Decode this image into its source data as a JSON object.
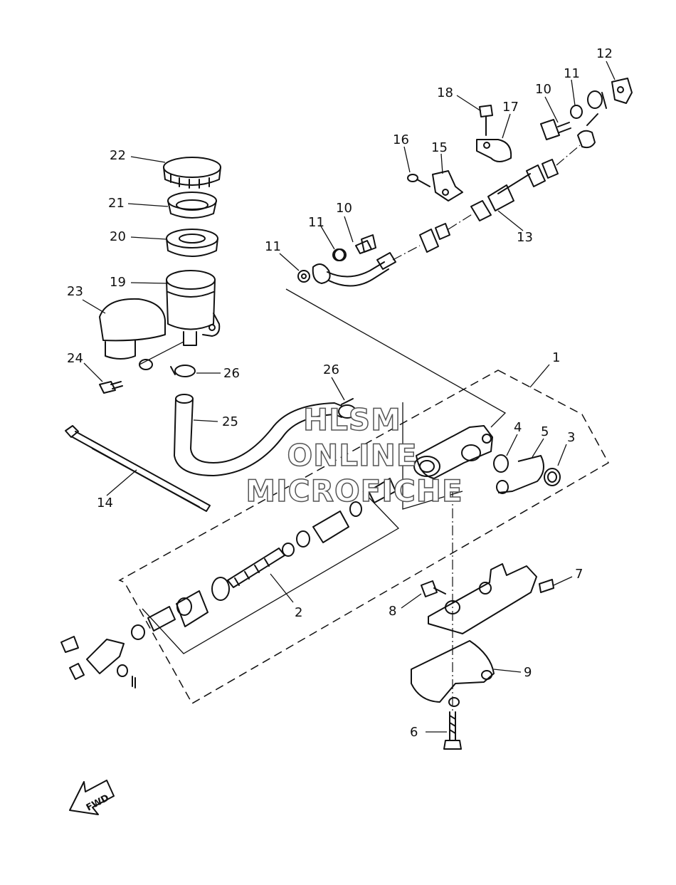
{
  "callouts": [
    {
      "id": "c1",
      "label": "1"
    },
    {
      "id": "c2",
      "label": "2"
    },
    {
      "id": "c3",
      "label": "3"
    },
    {
      "id": "c4",
      "label": "4"
    },
    {
      "id": "c5",
      "label": "5"
    },
    {
      "id": "c6",
      "label": "6"
    },
    {
      "id": "c7",
      "label": "7"
    },
    {
      "id": "c8",
      "label": "8"
    },
    {
      "id": "c9",
      "label": "9"
    },
    {
      "id": "c10a",
      "label": "10"
    },
    {
      "id": "c10b",
      "label": "10"
    },
    {
      "id": "c11a",
      "label": "11"
    },
    {
      "id": "c11b",
      "label": "11"
    },
    {
      "id": "c11c",
      "label": "11"
    },
    {
      "id": "c12",
      "label": "12"
    },
    {
      "id": "c13",
      "label": "13"
    },
    {
      "id": "c14",
      "label": "14"
    },
    {
      "id": "c15",
      "label": "15"
    },
    {
      "id": "c16",
      "label": "16"
    },
    {
      "id": "c17",
      "label": "17"
    },
    {
      "id": "c18",
      "label": "18"
    },
    {
      "id": "c19",
      "label": "19"
    },
    {
      "id": "c20",
      "label": "20"
    },
    {
      "id": "c21",
      "label": "21"
    },
    {
      "id": "c22",
      "label": "22"
    },
    {
      "id": "c23",
      "label": "23"
    },
    {
      "id": "c24",
      "label": "24"
    },
    {
      "id": "c25",
      "label": "25"
    },
    {
      "id": "c26a",
      "label": "26"
    },
    {
      "id": "c26b",
      "label": "26"
    }
  ],
  "watermark": {
    "line1": "HLSM",
    "line2": "ONLINE",
    "line3": "MICROFICHE"
  },
  "fwd_label": "FWD"
}
